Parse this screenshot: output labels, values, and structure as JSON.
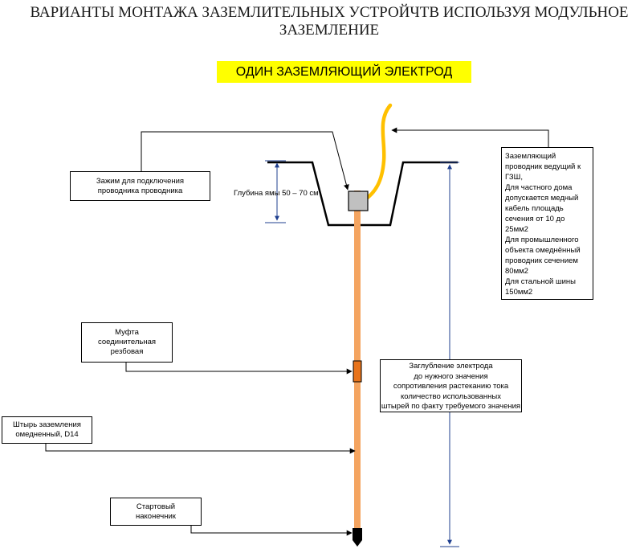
{
  "header": {
    "title_line1": "ВАРИАНТЫ МОНТАЖА ЗАЗЕМЛИТЕЛЬНЫХ УСТРОЙЧТВ ИСПОЛЬЗУЯ МОДУЛЬНОЕ",
    "title_line2": "ЗАЗЕМЛЕНИЕ",
    "banner": "ОДИН ЗАЗЕМЛЯЮЩИЙ ЭЛЕКТРОД"
  },
  "callouts": {
    "clamp": [
      "Зажим для подключения",
      "проводника проводника"
    ],
    "pit_depth": "Глубина ямы 50 – 70 см",
    "conductor": [
      "Заземляющий",
      "проводник ведущий к",
      "ГЗШ,",
      "Для частного дома",
      "допускается медный",
      "кабель площадь",
      "сечения от 10 до",
      "25мм2",
      "Для промышленного",
      "объекта омеднённый",
      "проводник сечением",
      "80мм2",
      "Для стальной шины",
      "150мм2"
    ],
    "coupling": [
      "Муфта",
      "соединительная",
      "резбовая"
    ],
    "depth_note": [
      "Заглубление электрода",
      "до нужного значения",
      "сопротивления растеканию тока",
      "количество использованных",
      "штырей по факту требуемого значения"
    ],
    "rod": [
      "Штырь заземления",
      "омедненный, D14"
    ],
    "tip": [
      "Стартовый",
      "наконечник"
    ]
  },
  "colors": {
    "rod": "#f4a460",
    "coupling": "#e8731a",
    "cable": "#ffc000",
    "dimension": "#1f3f8f",
    "banner": "#ffff00",
    "clamp": "#c0c0c0"
  }
}
